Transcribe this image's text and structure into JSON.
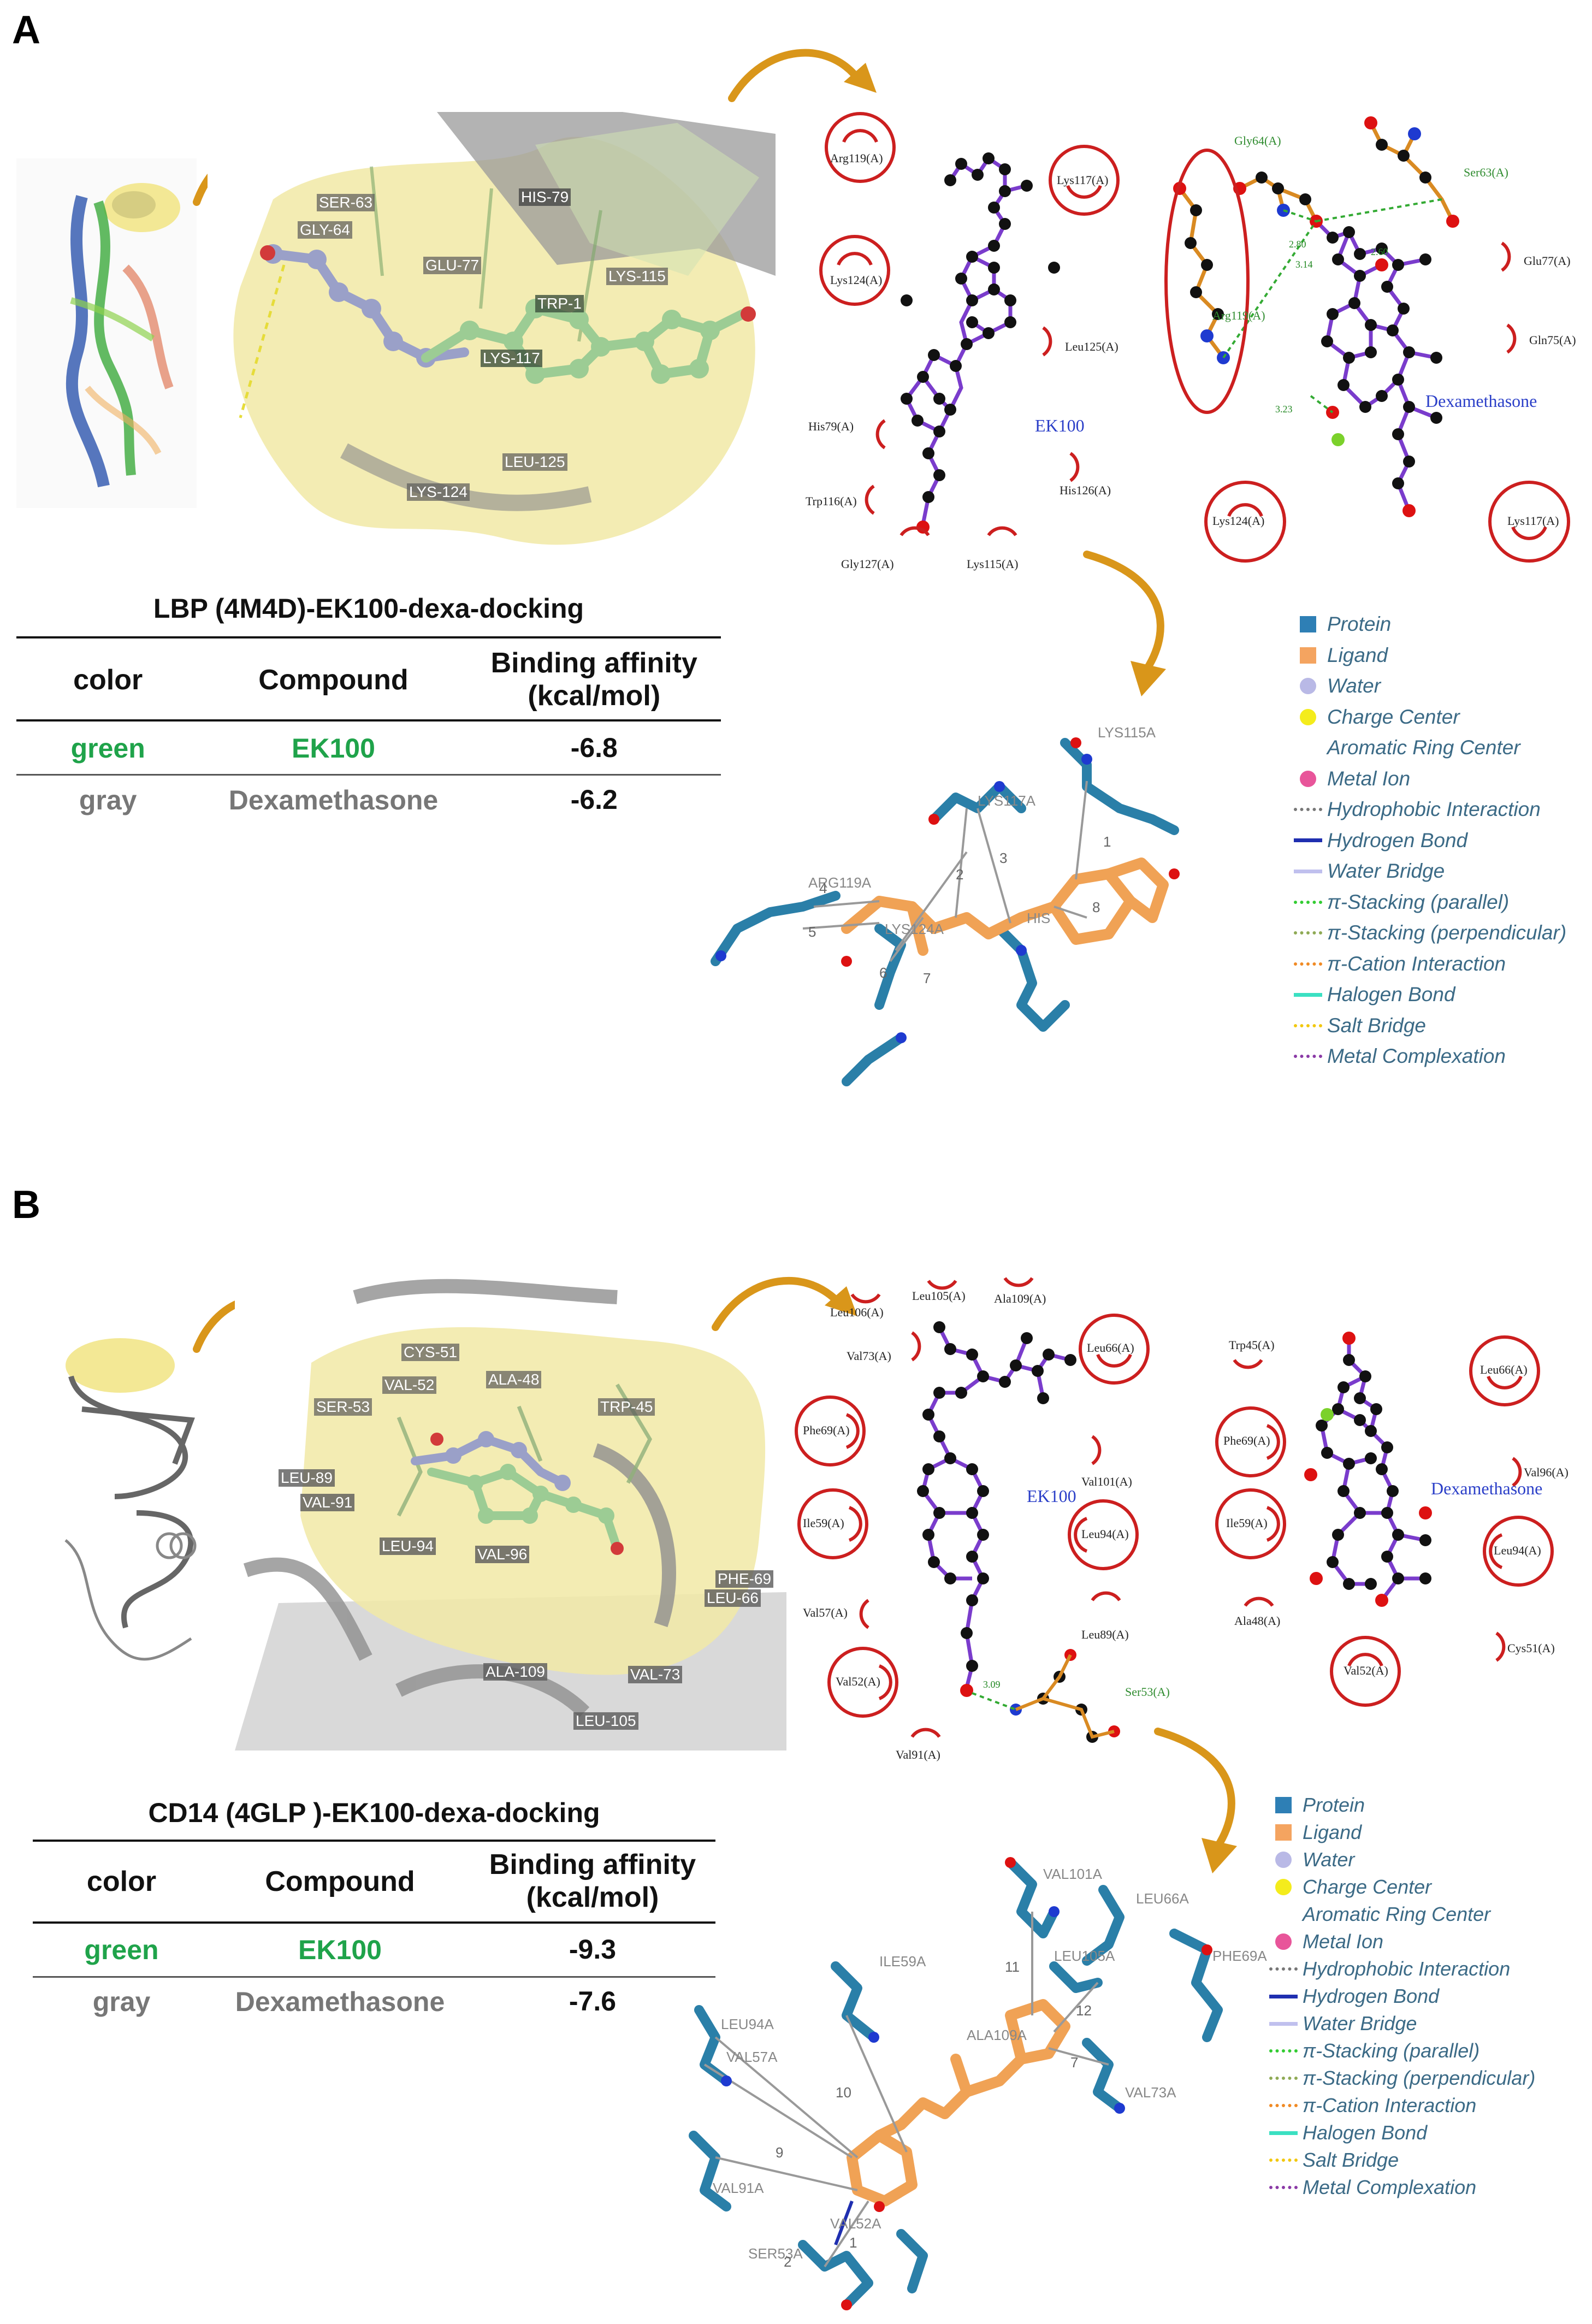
{
  "panel_a": {
    "letter": "A",
    "protein_residue_labels": [
      "SER-63",
      "GLY-64",
      "HIS-79",
      "GLU-77",
      "LYS-115",
      "TRP-1",
      "LYS-117",
      "LYS-124",
      "LEU-125"
    ],
    "ligplot_ek100": {
      "ligand_name": "EK100",
      "residues": [
        "Arg119(A)",
        "Lys117(A)",
        "Lys124(A)",
        "Leu125(A)",
        "His79(A)",
        "His126(A)",
        "Trp116(A)",
        "Gly127(A)",
        "Lys115(A)"
      ]
    },
    "ligplot_dexa": {
      "ligand_name": "Dexamethasone",
      "residues": [
        "Gly64(A)",
        "Ser63(A)",
        "Arg119(A)",
        "Glu77(A)",
        "Gln75(A)",
        "Lys124(A)",
        "Lys117(A)"
      ],
      "hbond_distances": [
        "2.80",
        "2.60",
        "3.14",
        "3.23"
      ]
    },
    "table": {
      "title": "LBP (4M4D)-EK100-dexa-docking",
      "headers": {
        "color": "color",
        "compound": "Compound",
        "affinity_line1": "Binding affinity",
        "affinity_line2": "(kcal/mol)"
      },
      "rows": [
        {
          "color": "green",
          "compound": "EK100",
          "affinity": "-6.8"
        },
        {
          "color": "gray",
          "compound": "Dexamethasone",
          "affinity": "-6.2"
        }
      ]
    },
    "interaction_3d_labels": [
      "LYS115A",
      "LYS117A",
      "ARG119A",
      "LYS124A",
      "HIS",
      "1",
      "2",
      "3",
      "4",
      "5",
      "6",
      "7",
      "8"
    ]
  },
  "panel_b": {
    "letter": "B",
    "protein_residue_labels": [
      "CYS-51",
      "VAL-52",
      "SER-53",
      "ALA-48",
      "TRP-45",
      "LEU-89",
      "VAL-91",
      "LEU-94",
      "VAL-96",
      "PHE-69",
      "LEU-66",
      "ALA-109",
      "VAL-73",
      "LEU-105"
    ],
    "ligplot_ek100": {
      "ligand_name": "EK100",
      "residues": [
        "Leu106(A)",
        "Leu105(A)",
        "Ala109(A)",
        "Val73(A)",
        "Leu66(A)",
        "Phe69(A)",
        "Val101(A)",
        "Ile59(A)",
        "Leu94(A)",
        "Val57(A)",
        "Leu89(A)",
        "Val52(A)",
        "Val91(A)",
        "Ser53(A)"
      ],
      "hbond_distances": [
        "3.09"
      ]
    },
    "ligplot_dexa": {
      "ligand_name": "Dexamethasone",
      "residues": [
        "Trp45(A)",
        "Leu66(A)",
        "Phe69(A)",
        "Val96(A)",
        "Ile59(A)",
        "Leu94(A)",
        "Ala48(A)",
        "Cys51(A)",
        "Val52(A)"
      ]
    },
    "table": {
      "title": "CD14 (4GLP )-EK100-dexa-docking",
      "headers": {
        "color": "color",
        "compound": "Compound",
        "affinity_line1": "Binding affinity",
        "affinity_line2": "(kcal/mol)"
      },
      "rows": [
        {
          "color": "green",
          "compound": "EK100",
          "affinity": "-9.3"
        },
        {
          "color": "gray",
          "compound": "Dexamethasone",
          "affinity": "-7.6"
        }
      ]
    },
    "interaction_3d_labels": [
      "VAL101A",
      "LEU66A",
      "LEU105A",
      "PHE69A",
      "ILE59A",
      "LEU94A",
      "VAL57A",
      "ALA109A",
      "VAL73A",
      "VAL91A",
      "VAL52A",
      "SER53A",
      "1",
      "2",
      "7",
      "9",
      "10",
      "11",
      "12"
    ]
  },
  "legend": {
    "items": [
      {
        "label": "Protein",
        "kind": "square",
        "color": "#2e7fb5"
      },
      {
        "label": "Ligand",
        "kind": "square",
        "color": "#f4a460"
      },
      {
        "label": "Water",
        "kind": "circle",
        "color": "#b9b9e6"
      },
      {
        "label": "Charge Center",
        "kind": "circle",
        "color": "#f4ec1c"
      },
      {
        "label": "Aromatic Ring Center",
        "kind": "none",
        "color": "#ffffff"
      },
      {
        "label": "Metal Ion",
        "kind": "circle",
        "color": "#e8559a"
      },
      {
        "label": "Hydrophobic Interaction",
        "kind": "dotted",
        "color": "#777777"
      },
      {
        "label": "Hydrogen Bond",
        "kind": "solid",
        "color": "#1f2fb0"
      },
      {
        "label": "Water Bridge",
        "kind": "solid",
        "color": "#c0c0ee"
      },
      {
        "label": "π-Stacking (parallel)",
        "kind": "dotted",
        "color": "#33cc33"
      },
      {
        "label": "π-Stacking (perpendicular)",
        "kind": "dotted",
        "color": "#8faa55"
      },
      {
        "label": "π-Cation Interaction",
        "kind": "dotted",
        "color": "#f08a24"
      },
      {
        "label": "Halogen Bond",
        "kind": "solid",
        "color": "#3be0c2"
      },
      {
        "label": "Salt Bridge",
        "kind": "dotted",
        "color": "#f2c80f"
      },
      {
        "label": "Metal Complexation",
        "kind": "dotted",
        "color": "#8a3aa6"
      }
    ]
  },
  "colors": {
    "green_text": "#1fa34a",
    "gray_text": "#777777",
    "arrow": "#d9961a",
    "ligand_name": "#2b3fc8",
    "residue_arc": "#cc1f1f",
    "bond_purple": "#7a3ccc",
    "bond_orange": "#d98a22"
  }
}
